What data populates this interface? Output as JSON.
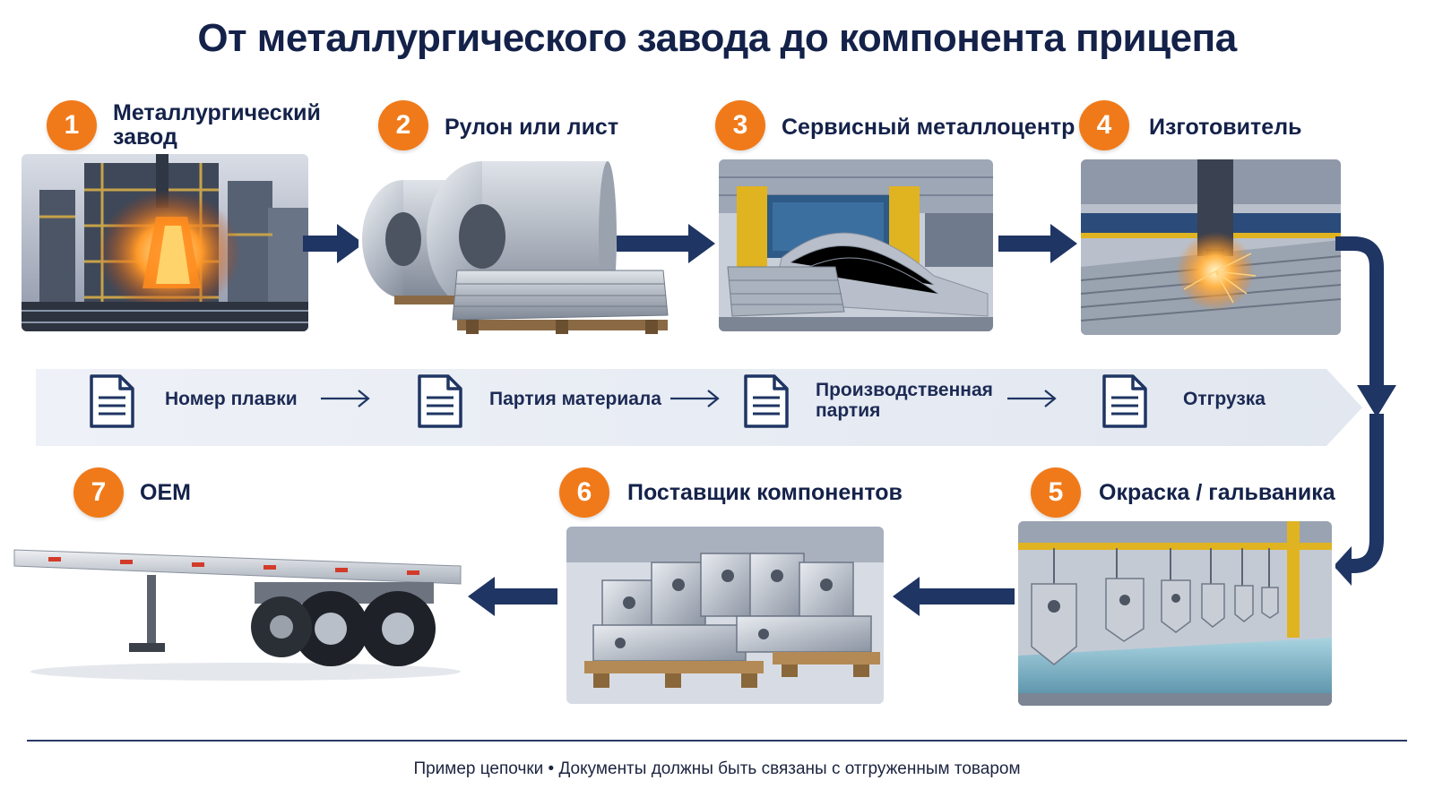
{
  "title": "От металлургического завода до компонента прицепа",
  "steps": [
    {
      "number": "1",
      "label": "Металлургический\nзавод"
    },
    {
      "number": "2",
      "label": "Рулон или лист"
    },
    {
      "number": "3",
      "label": "Сервисный металлоцентр"
    },
    {
      "number": "4",
      "label": "Изготовитель"
    },
    {
      "number": "5",
      "label": "Окраска / гальваника"
    },
    {
      "number": "6",
      "label": "Поставщик компонентов"
    },
    {
      "number": "7",
      "label": "OEM"
    }
  ],
  "documents": [
    {
      "label": "Номер плавки"
    },
    {
      "label": "Партия материала"
    },
    {
      "label": "Производственная\nпартия"
    },
    {
      "label": "Отгрузка"
    }
  ],
  "footer": "Пример цепочки • Документы должны быть связаны с отгруженным товаром",
  "colors": {
    "accent": "#f07a1a",
    "navy": "#1f3563",
    "band": "#e7ebf3"
  }
}
